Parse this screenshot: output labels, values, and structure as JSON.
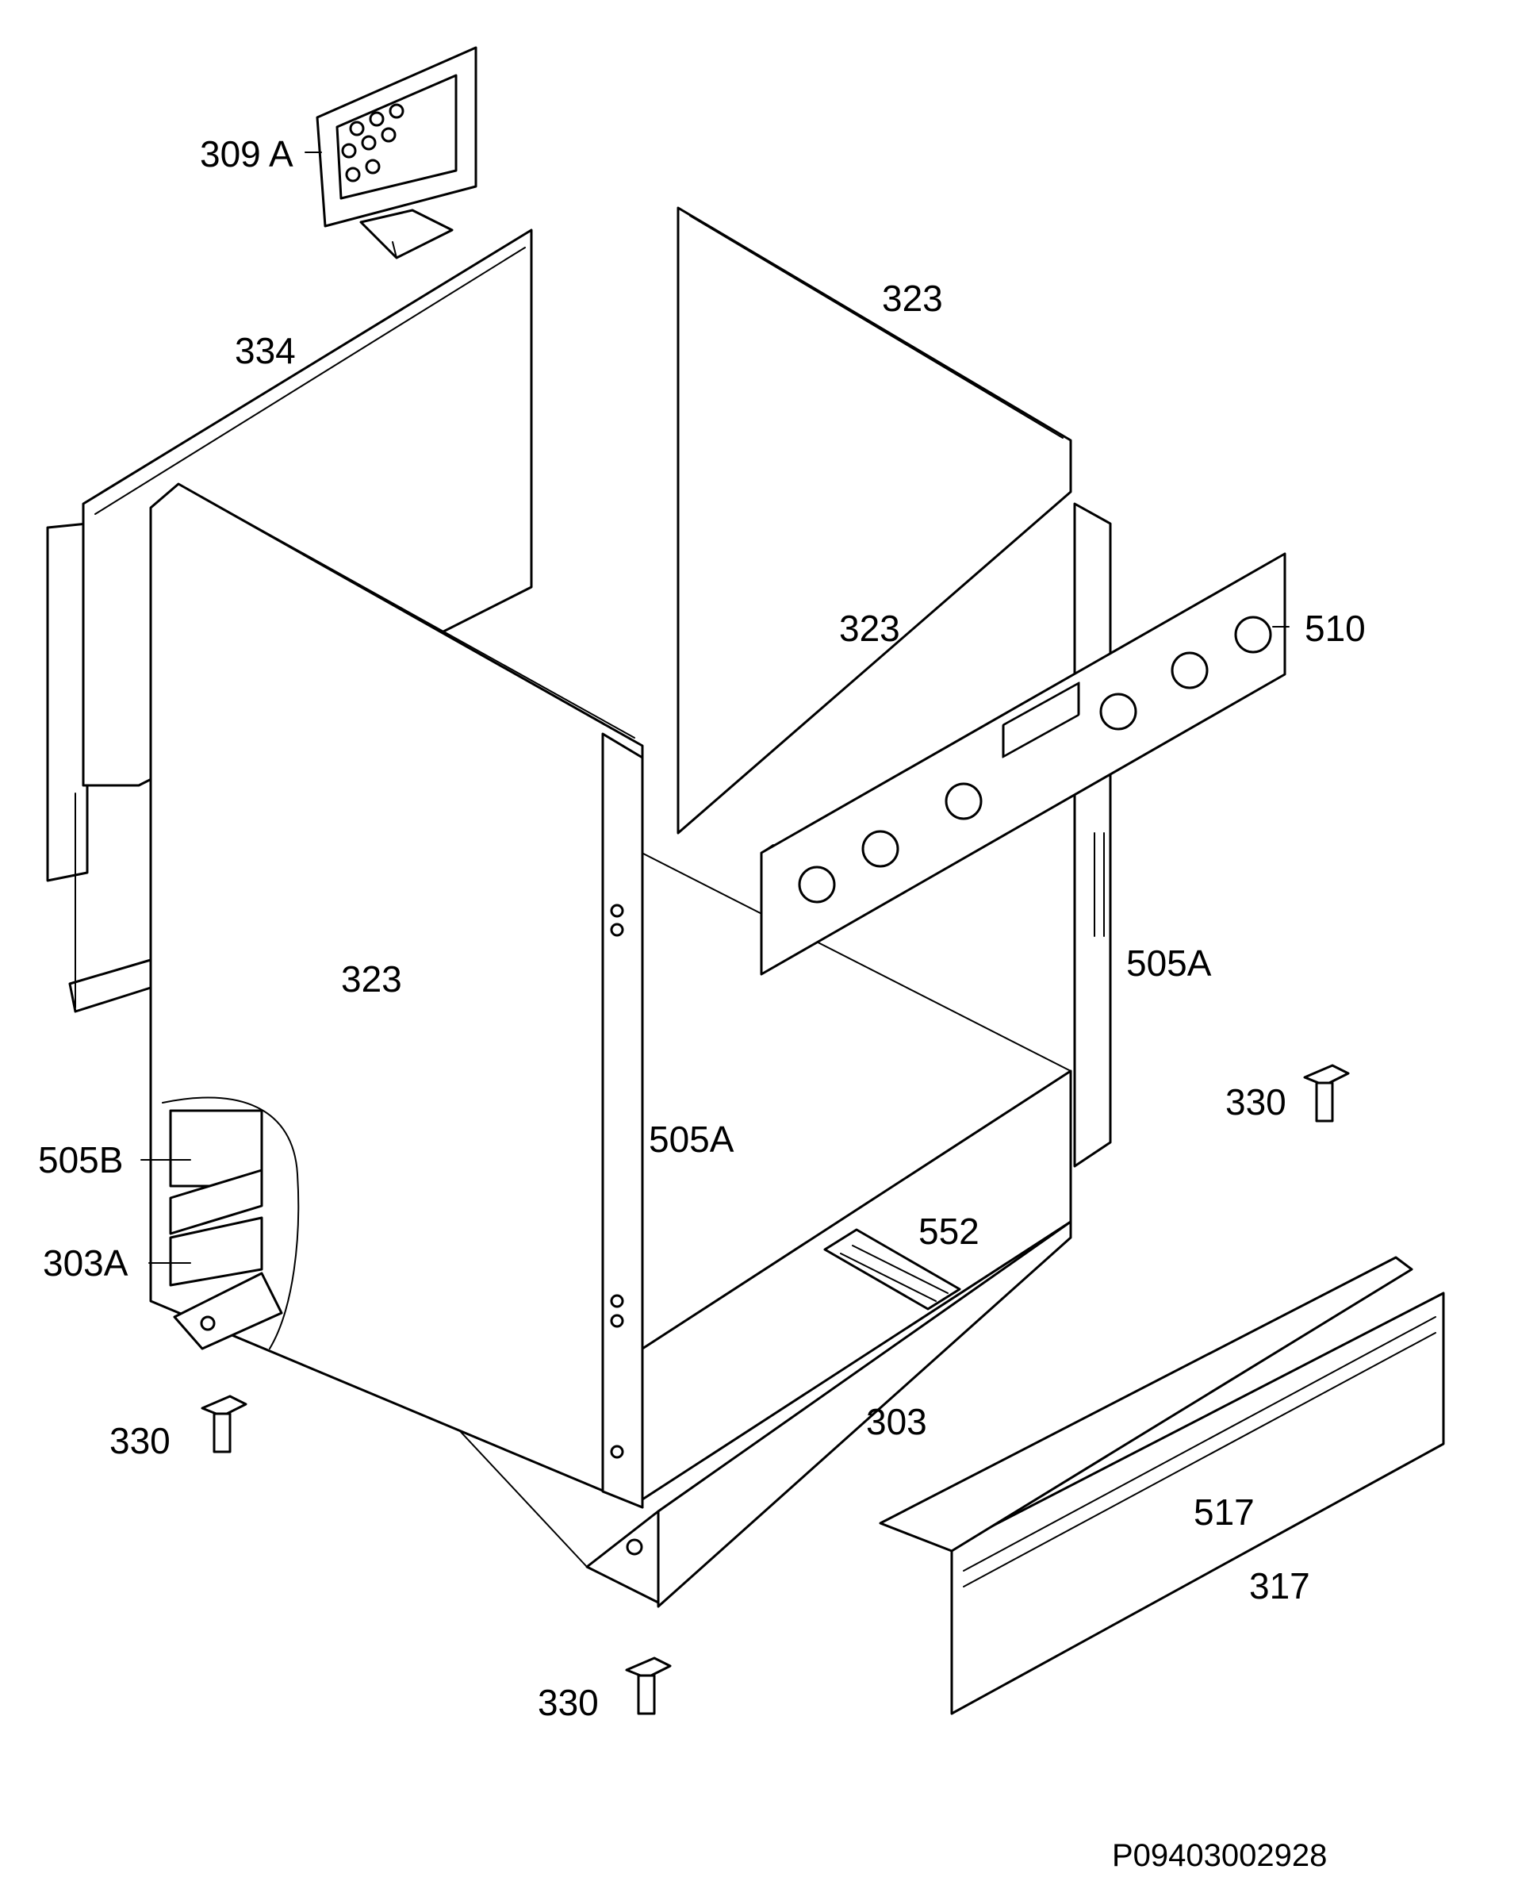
{
  "labels": {
    "l309a": "309 A",
    "l334": "334",
    "l323_top": "323",
    "l323_back": "323",
    "l323_side": "323",
    "l510": "510",
    "l505a_right": "505A",
    "l505a_mid": "505A",
    "l505b": "505B",
    "l303a": "303A",
    "l552": "552",
    "l303": "303",
    "l517": "517",
    "l317": "317",
    "l330_right": "330",
    "l330_left": "330",
    "l330_bottom": "330"
  },
  "reference_code": "P09403002928"
}
